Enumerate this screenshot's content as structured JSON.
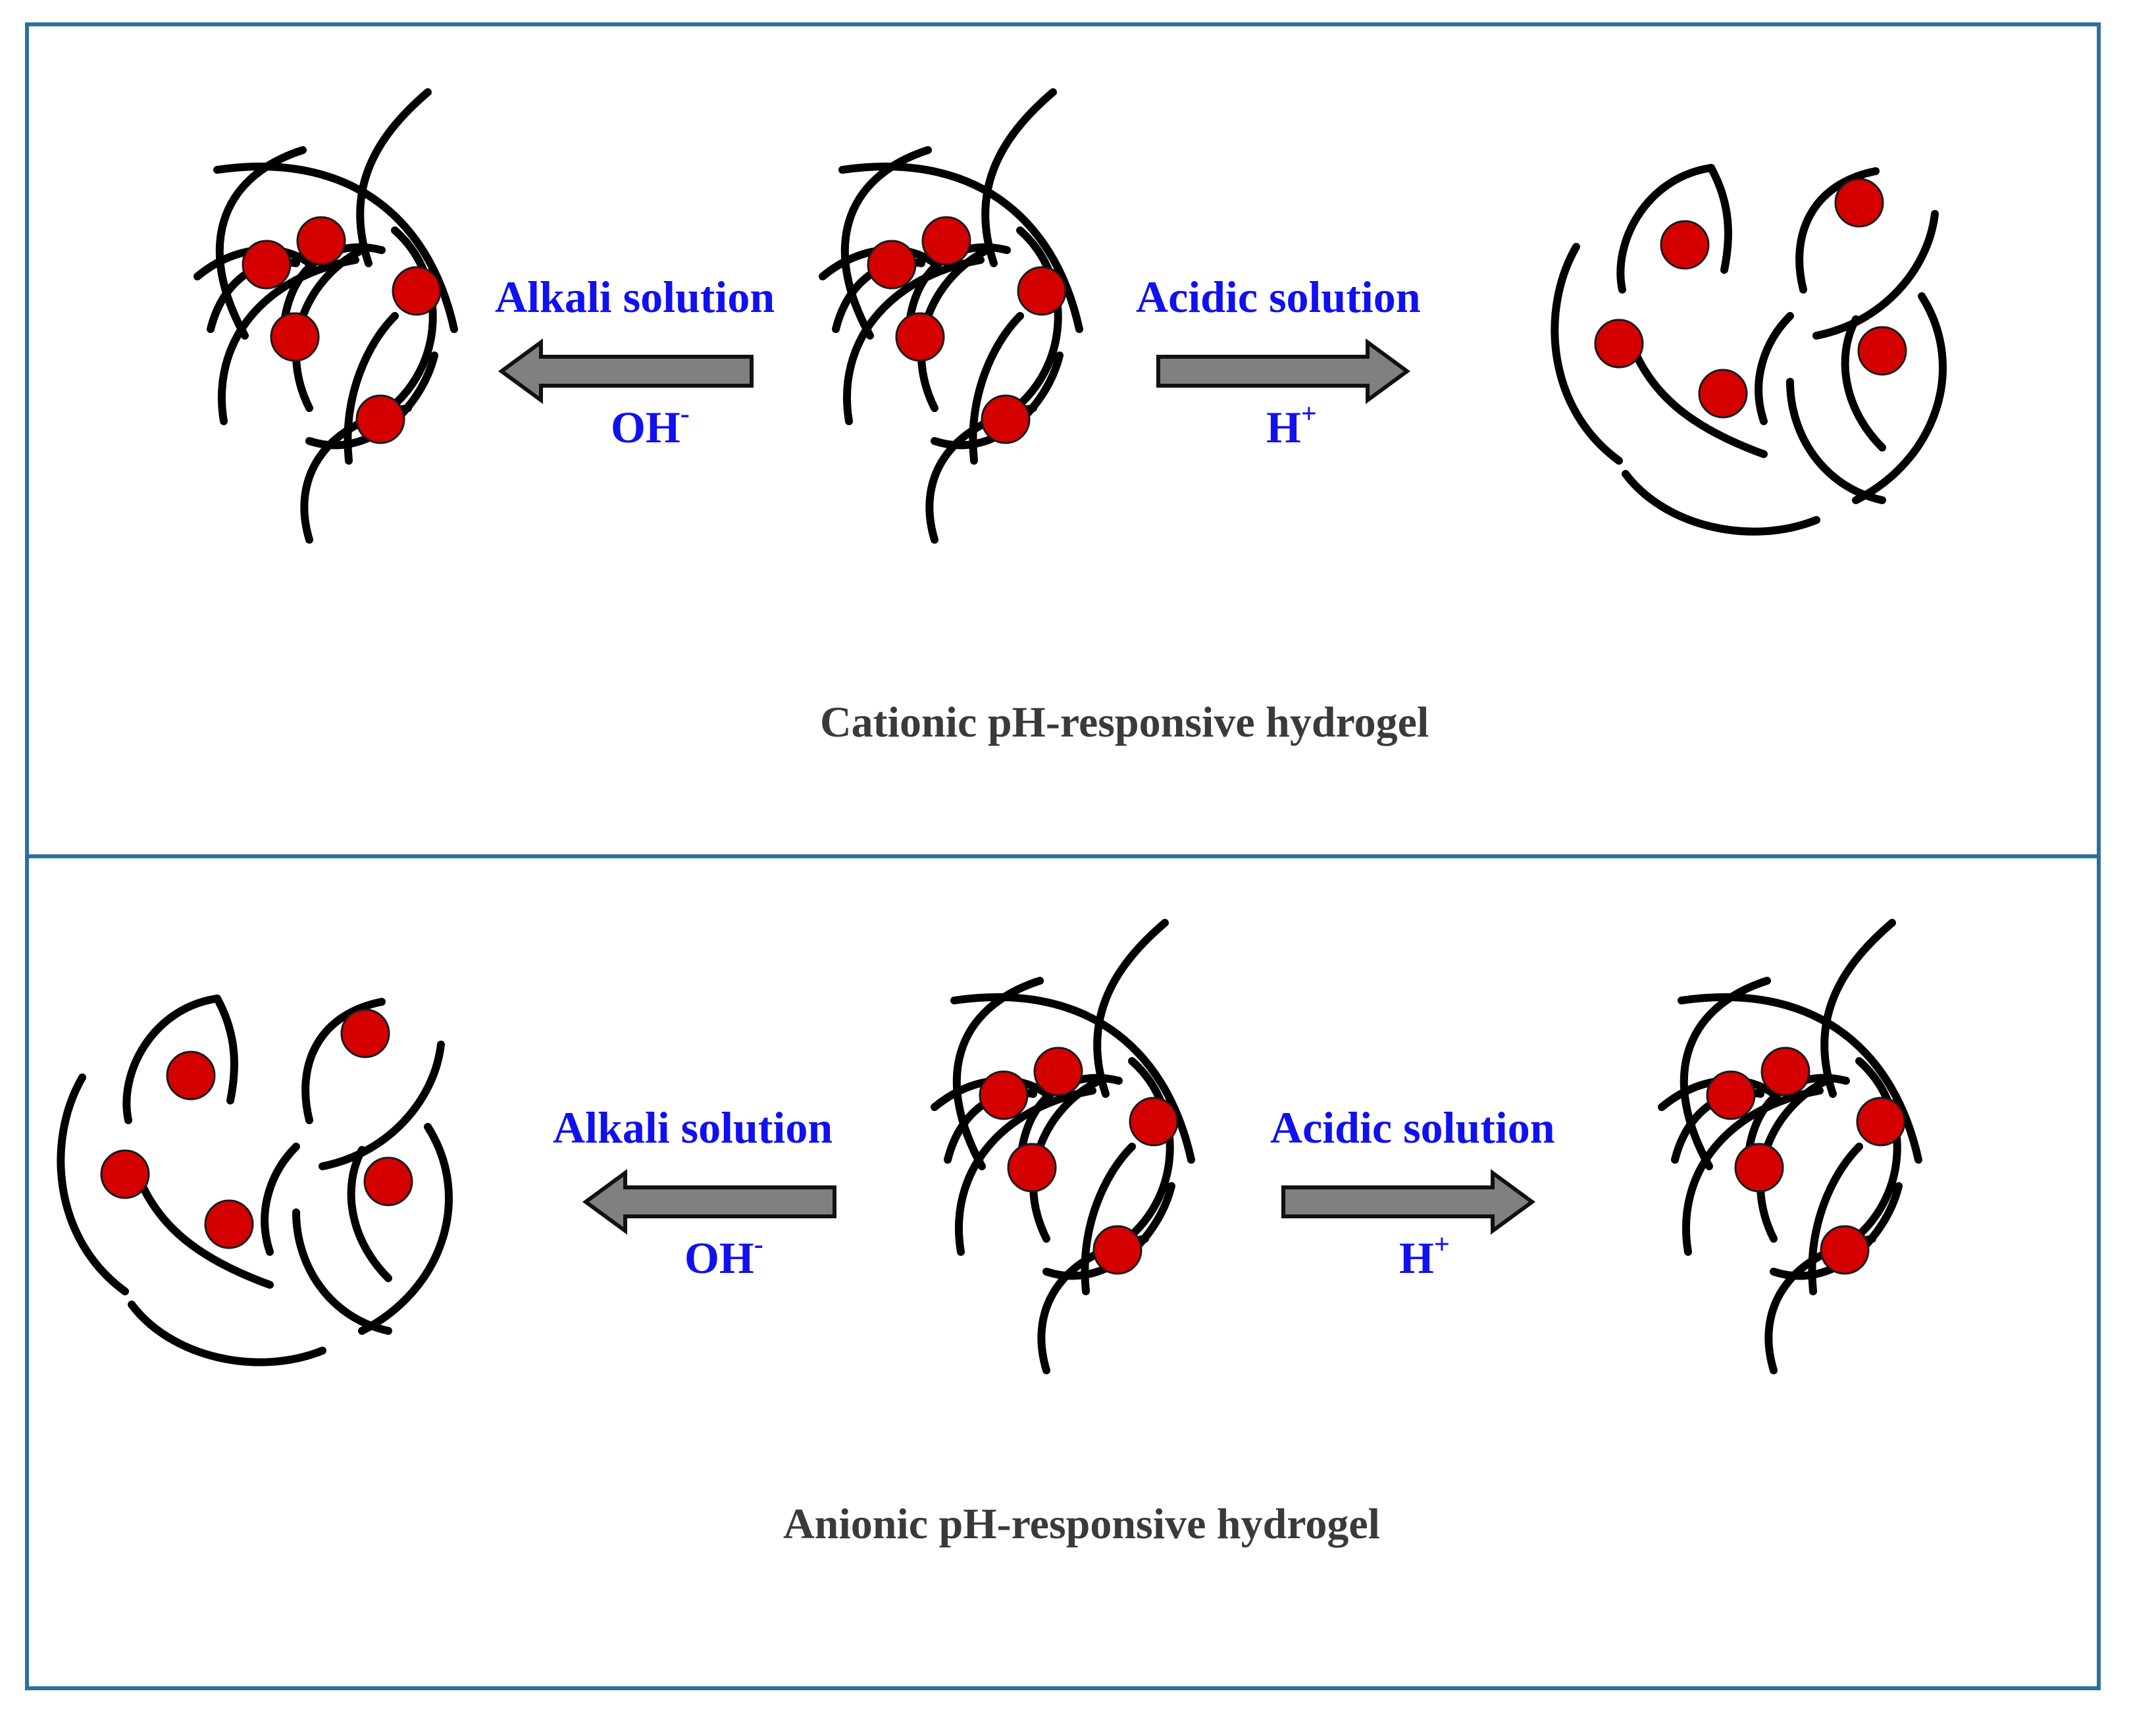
{
  "colors": {
    "frame": "#2f6f9d",
    "label": "#1010f0",
    "caption": "#3a3a3a",
    "particle": "#d40000",
    "fiber": "#000000",
    "arrow": "#808080"
  },
  "top_panel": {
    "left_label": "Alkali solution",
    "left_ion": "OH",
    "left_ion_charge": "-",
    "right_label": "Acidic solution",
    "right_ion": "H",
    "right_ion_charge": "+",
    "caption": "Cationic pH-responsive hydrogel"
  },
  "bottom_panel": {
    "left_label": "Alkali solution",
    "left_ion": "OH",
    "left_ion_charge": "-",
    "right_label": "Acidic solution",
    "right_ion": "H",
    "right_ion_charge": "+",
    "caption": "Anionic pH-responsive hydrogel"
  }
}
